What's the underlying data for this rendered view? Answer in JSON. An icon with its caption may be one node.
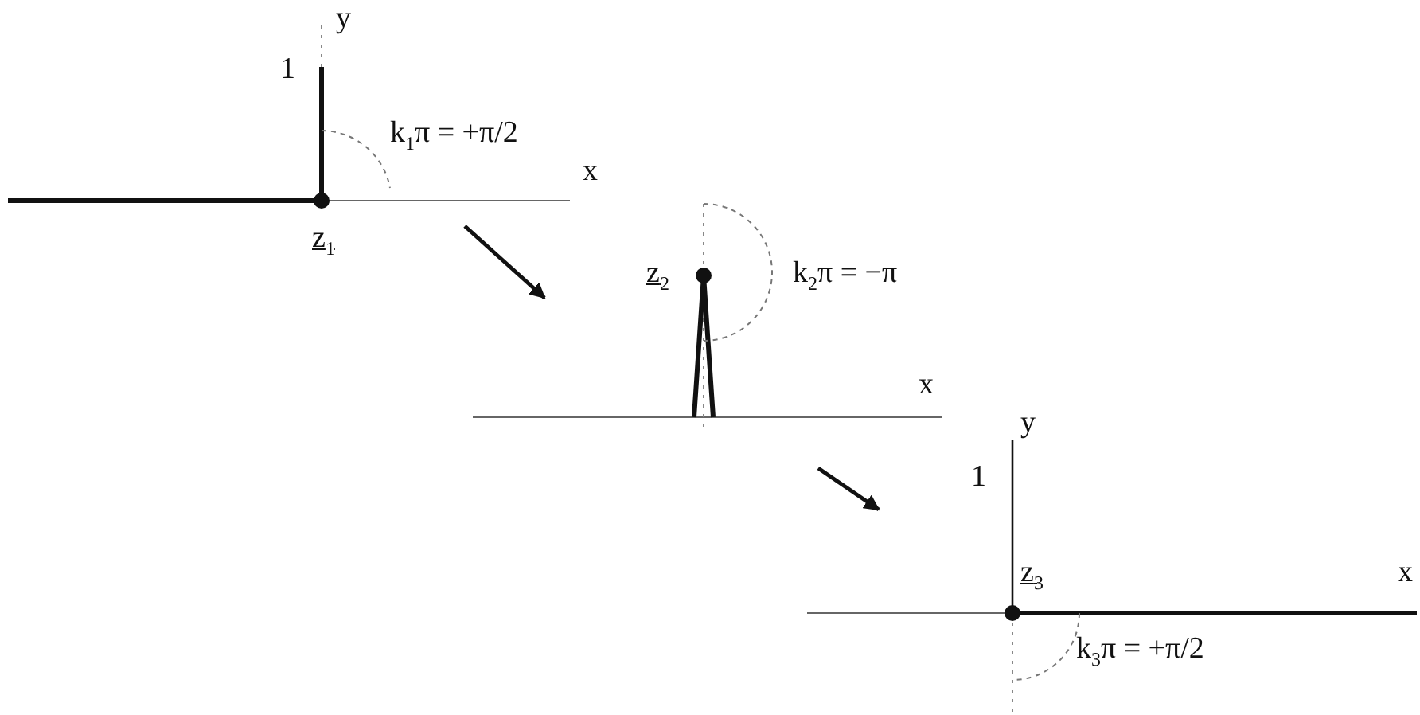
{
  "diagram": {
    "labels": [
      "y",
      "1",
      "k$_{1}$π = +π/2",
      "x",
      "z$_{1}$",
      "z$_{2}$",
      "k$_{2}$π = −π",
      "x",
      "y",
      "1",
      "z$_{3}$",
      "x",
      "k$_{3}$π = +π/2"
    ]
  }
}
